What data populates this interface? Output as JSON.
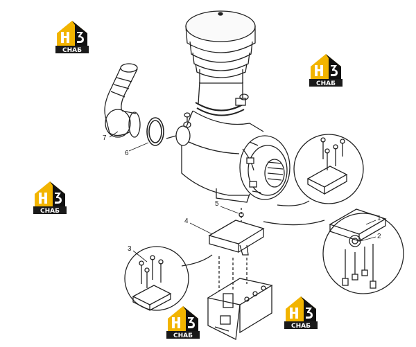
{
  "diagram": {
    "callouts": [
      {
        "id": "1",
        "label": "1"
      },
      {
        "id": "2",
        "label": "2"
      },
      {
        "id": "3",
        "label": "3"
      },
      {
        "id": "4",
        "label": "4"
      },
      {
        "id": "5",
        "label": "5"
      },
      {
        "id": "6",
        "label": "6"
      },
      {
        "id": "7",
        "label": "7"
      }
    ]
  },
  "watermark": {
    "mark": "НЗ",
    "word": "СНАБ",
    "colors": {
      "yellow": "#f2b400",
      "black": "#111111",
      "word_bg": "#1a1a1a"
    },
    "count": 5
  }
}
